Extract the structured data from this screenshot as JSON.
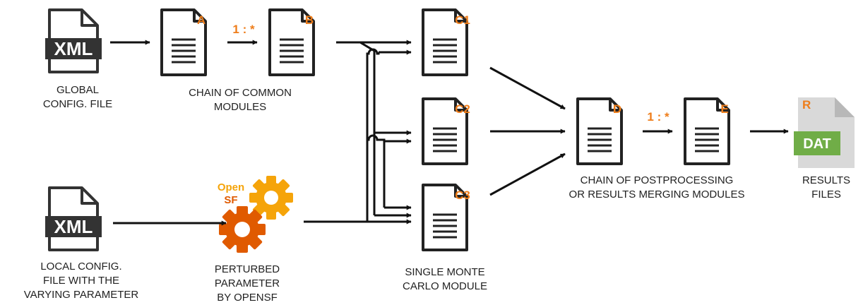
{
  "colors": {
    "accent": "#ee7d1a",
    "ink": "#222222",
    "dat_green": "#70ad47",
    "gear_orange": "#e05a00",
    "gear_yellow": "#f5a40a",
    "results_file_gray": "#cfcfcf"
  },
  "inputs": {
    "global_xml_text": "XML",
    "local_xml_text": "XML"
  },
  "documents": {
    "A": "A",
    "B": "B",
    "C1": "C1",
    "C2": "C2",
    "C3": "C3",
    "D": "D",
    "E": "E"
  },
  "ratios": {
    "ab": "1 : *",
    "de": "1 : *"
  },
  "opensf": {
    "line1": "Open",
    "line2": "SF"
  },
  "results_file": {
    "letter": "R",
    "badge": "DAT"
  },
  "labels": {
    "global_config": [
      "GLOBAL",
      "CONFIG. FILE"
    ],
    "common_modules": [
      "CHAIN OF COMMON",
      "MODULES"
    ],
    "postprocessing": [
      "CHAIN OF POSTPROCESSING",
      "OR RESULTS MERGING MODULES"
    ],
    "results_files": [
      "RESULTS",
      "FILES"
    ],
    "local_config": [
      "LOCAL CONFIG.",
      "FILE WITH THE",
      "VARYING PARAMETER"
    ],
    "perturbed": [
      "PERTURBED",
      "PARAMETER",
      "BY OPENSF"
    ],
    "monte_carlo": [
      "SINGLE MONTE",
      "CARLO MODULE"
    ]
  }
}
